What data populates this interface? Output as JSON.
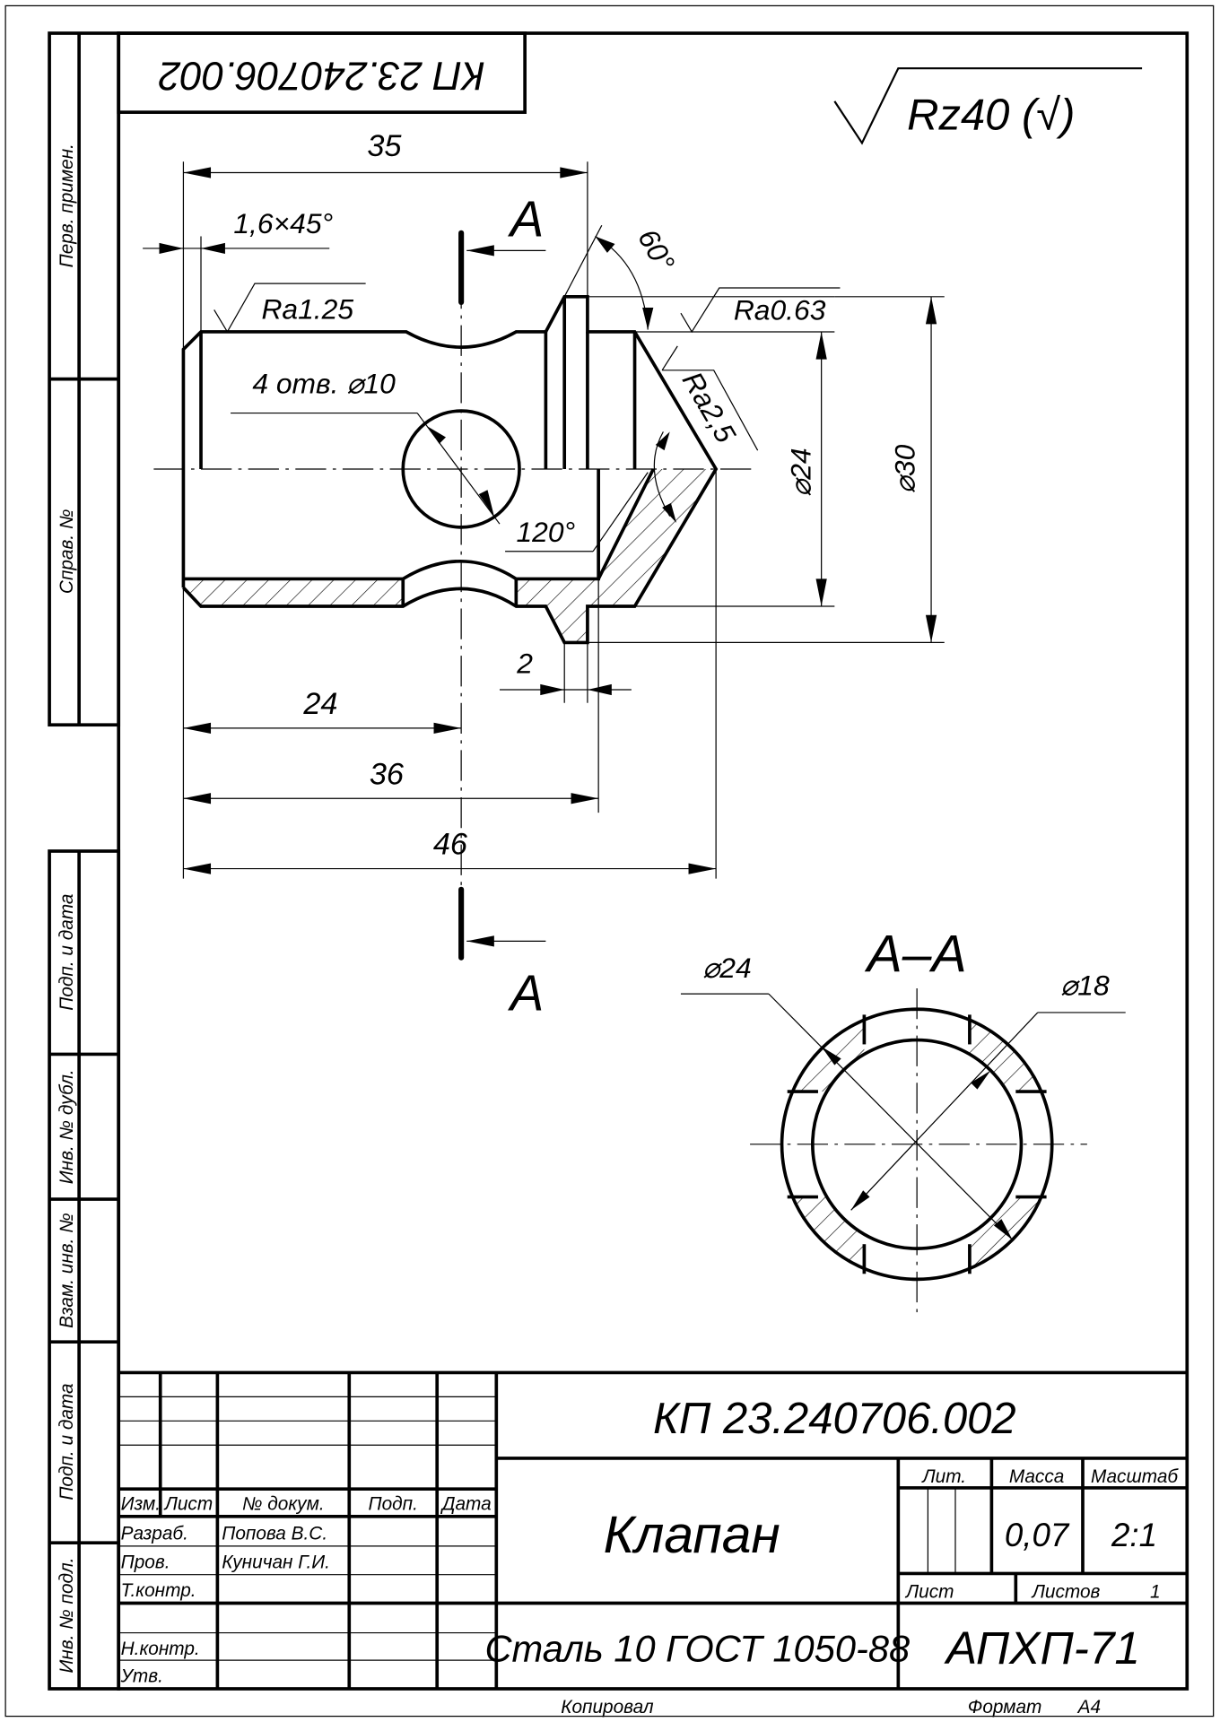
{
  "drawing": {
    "code_stamp": "КП 23.240706.002",
    "roughness_general": "Rz40 (√)",
    "section_letter": "A",
    "section_title": "A–A"
  },
  "left_strip": [
    "Перв. примен.",
    "Справ. №",
    "Подп. и дата",
    "Инв. № дубл.",
    "Взам. инв. №",
    "Подп. и дата",
    "Инв. № подл."
  ],
  "dimensions": {
    "d35": "35",
    "chamfer": "1,6×45°",
    "ra125": "Ra1.25",
    "angle60": "60°",
    "ra063": "Ra0.63",
    "ra25": "Ra2,5",
    "holes": "4 отв. ⌀10",
    "angle120": "120°",
    "dia24": "⌀24",
    "dia30": "⌀30",
    "d2": "2",
    "d24": "24",
    "d36": "36",
    "d46": "46",
    "sec_dia24": "⌀24",
    "sec_dia18": "⌀18"
  },
  "title_block": {
    "headers": {
      "izm": "Изм.",
      "list": "Лист",
      "doc": "№ докум.",
      "podp": "Подп.",
      "date": "Дата"
    },
    "roles": {
      "razrab": "Разраб.",
      "prov": "Пров.",
      "tkontr": "Т.контр.",
      "nkontr": "Н.контр.",
      "utv": "Утв."
    },
    "names": {
      "razrab": "Попова В.С.",
      "prov": "Куничан Г.И."
    },
    "designation": "КП 23.240706.002",
    "part_name": "Клапан",
    "lit_label": "Лит.",
    "mass_label": "Масса",
    "scale_label": "Масштаб",
    "mass": "0,07",
    "scale": "2:1",
    "sheet_label": "Лист",
    "sheets_label": "Листов",
    "sheets": "1",
    "material": "Сталь 10  ГОСТ 1050-88",
    "organization": "АПХП-71",
    "copied": "Копировал",
    "format_label": "Формат",
    "format": "А4"
  }
}
